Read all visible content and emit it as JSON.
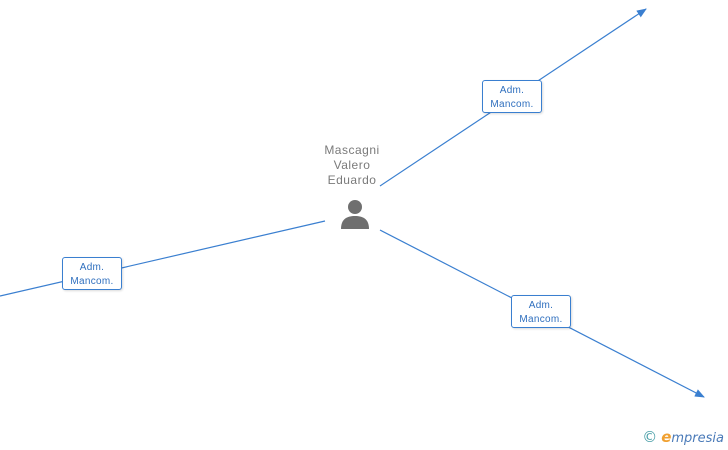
{
  "person": {
    "name_lines": [
      "Mascagni",
      "Valero",
      "Eduardo"
    ],
    "icon": "person-silhouette-icon"
  },
  "relations": [
    {
      "label_lines": [
        "Adm.",
        "Mancom."
      ]
    },
    {
      "label_lines": [
        "Adm.",
        "Mancom."
      ]
    },
    {
      "label_lines": [
        "Adm.",
        "Mancom."
      ]
    }
  ],
  "footer": {
    "copyright_symbol": "©",
    "brand_initial": "e",
    "brand_rest": "mpresia"
  },
  "colors": {
    "edge": "#3a7fd0",
    "node_text": "#7a7a7a",
    "icon": "#6f6f6f",
    "brand_accent": "#f0a030"
  }
}
